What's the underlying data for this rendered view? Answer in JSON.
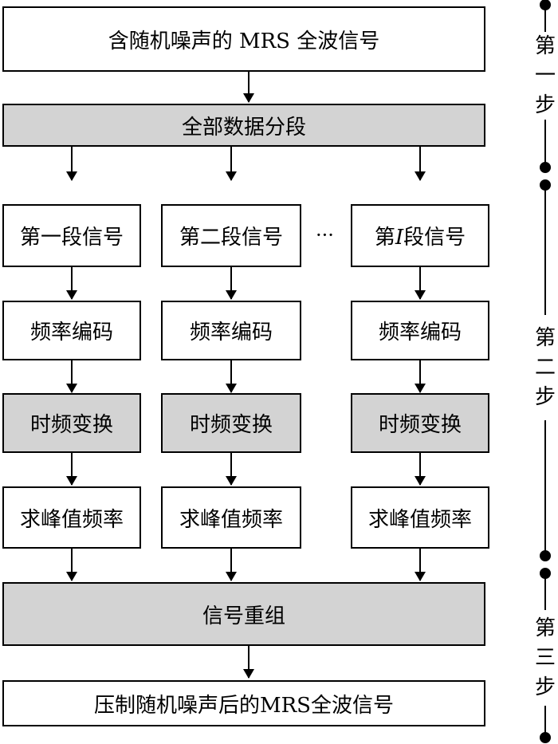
{
  "top_box": "含随机噪声的 MRS 全波信号",
  "segment_box": "全部数据分段",
  "columns": [
    {
      "signal": "第一段信号",
      "encode": "频率编码",
      "transform": "时频变换",
      "peak": "求峰值频率"
    },
    {
      "signal": "第二段信号",
      "encode": "频率编码",
      "transform": "时频变换",
      "peak": "求峰值频率"
    },
    {
      "signal_pre": "第",
      "signal_var": "I",
      "signal_post": "段信号",
      "encode": "频率编码",
      "transform": "时频变换",
      "peak": "求峰值频率"
    }
  ],
  "ellipsis": "···",
  "recombine_box": "信号重组",
  "bottom_box": "压制随机噪声后的MRS全波信号",
  "steps": [
    {
      "chars": [
        "第",
        "一",
        "步"
      ]
    },
    {
      "chars": [
        "第",
        "二",
        "步"
      ]
    },
    {
      "chars": [
        "第",
        "三",
        "步"
      ]
    }
  ],
  "colors": {
    "grey_fill": "#d3d3d3",
    "line": "#000000"
  }
}
